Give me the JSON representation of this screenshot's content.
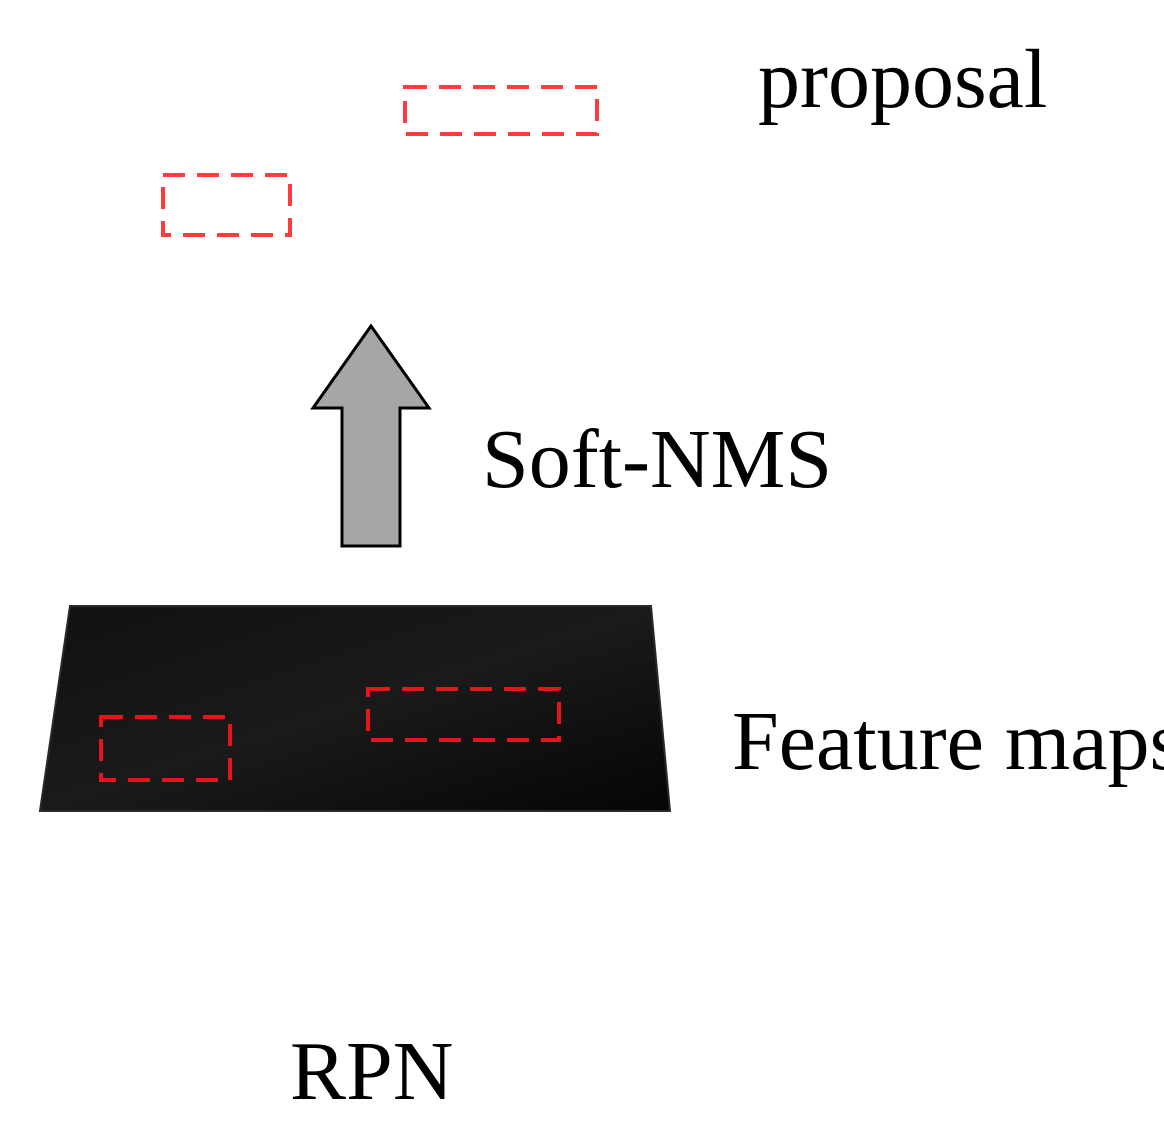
{
  "labels": {
    "proposal": "proposal",
    "soft_nms": "Soft-NMS",
    "feature_maps": "Feature maps",
    "rpn": "RPN"
  },
  "colors": {
    "proposal_box": "#ff3b3b",
    "feature_box": "#e8141c",
    "arrow_fill": "#a6a6a6",
    "arrow_stroke": "#000000",
    "feature_map_fill": "#0a0a0a"
  }
}
